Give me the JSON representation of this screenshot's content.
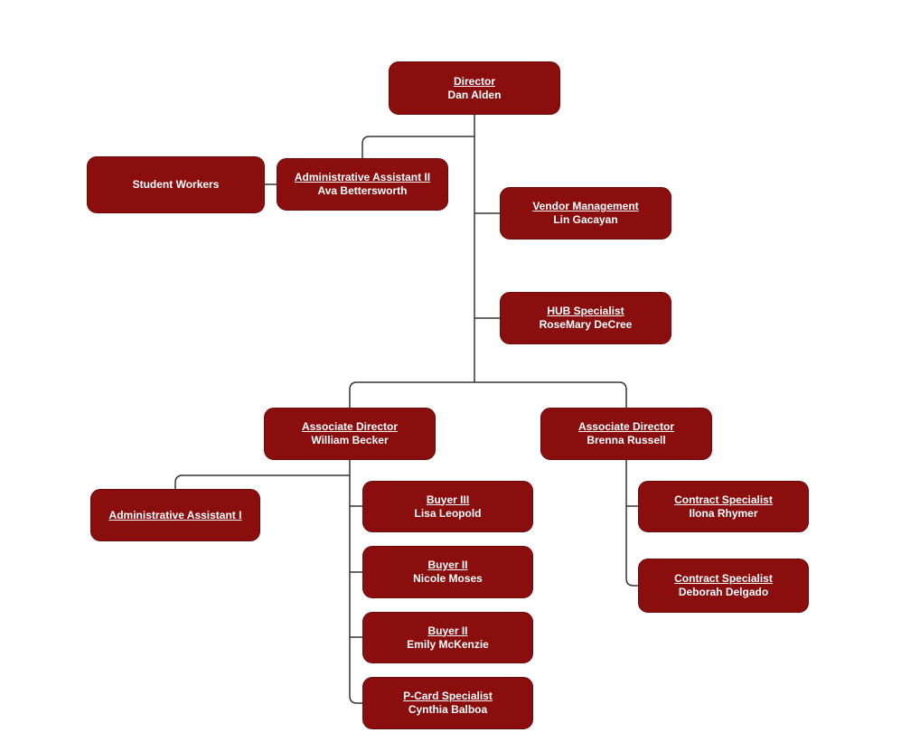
{
  "chart_title": "",
  "colors": {
    "box-fill": "#8b0e0e",
    "box-border": "#6d0a0a",
    "box-text": "#ffffff",
    "line": "#333333",
    "background": "#ffffff"
  },
  "nodes": [
    {
      "id": "director",
      "title": "Director",
      "name": "Dan Alden"
    },
    {
      "id": "student-workers",
      "title": "Student Workers",
      "name": ""
    },
    {
      "id": "administrative-assistant-ii",
      "title": "Administrative Assistant II",
      "name": "Ava Bettersworth"
    },
    {
      "id": "vendor-management",
      "title": "Vendor Management",
      "name": "Lin Gacayan"
    },
    {
      "id": "hub-specialist",
      "title": "HUB Specialist",
      "name": "RoseMary DeCree"
    },
    {
      "id": "associate-director-becker",
      "title": "Associate Director",
      "name": "William Becker"
    },
    {
      "id": "associate-director-russell",
      "title": "Associate Director",
      "name": "Brenna Russell"
    },
    {
      "id": "administrative-assistant-i",
      "title": "Administrative Assistant I",
      "name": ""
    },
    {
      "id": "buyer-iii",
      "title": "Buyer III",
      "name": "Lisa Leopold"
    },
    {
      "id": "buyer-ii-moses",
      "title": "Buyer II",
      "name": "Nicole Moses"
    },
    {
      "id": "buyer-ii-mckenzie",
      "title": "Buyer II",
      "name": "Emily McKenzie"
    },
    {
      "id": "p-card-specialist",
      "title": "P-Card Specialist",
      "name": "Cynthia Balboa"
    },
    {
      "id": "contract-specialist-rhymer",
      "title": "Contract Specialist",
      "name": "Ilona Rhymer"
    },
    {
      "id": "contract-specialist-delgado",
      "title": "Contract Specialist",
      "name": "Deborah Delgado"
    }
  ]
}
